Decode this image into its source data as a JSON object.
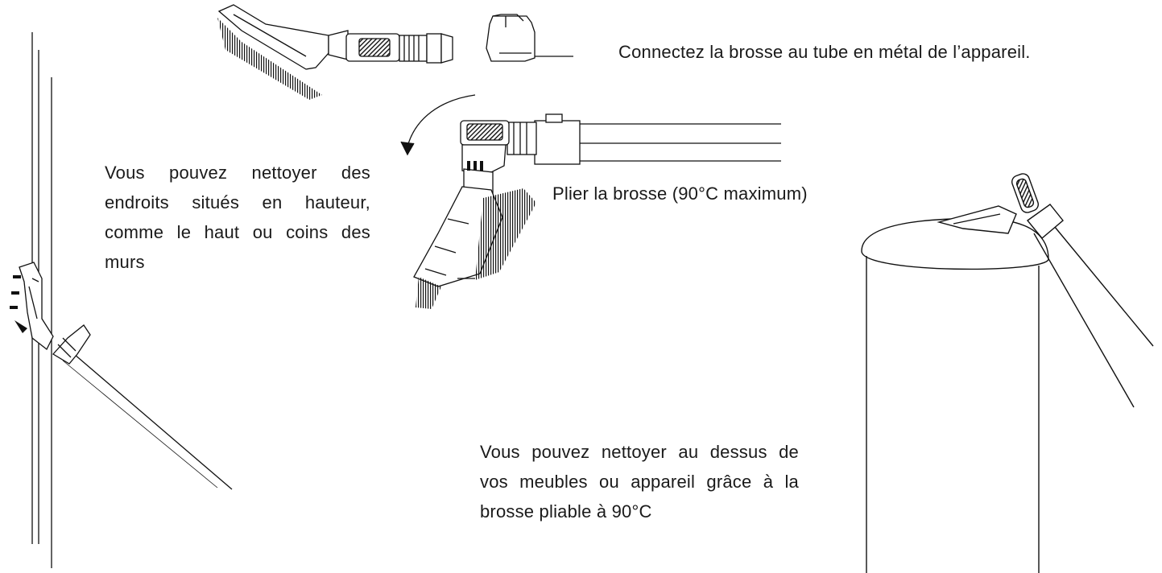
{
  "captions": {
    "connect": "Connectez la brosse au tube en métal de l’appareil.",
    "fold": "Plier la brosse (90°C maximum)",
    "walls": "Vous pouvez nettoyer des endroits situés en hauteur, comme le haut ou coins des murs",
    "furniture": "Vous pouvez nettoyer au dessus de vos meubles ou appareil grâce à la brosse pliable à 90°C"
  },
  "colors": {
    "ink": "#1a1a1a",
    "background": "#ffffff"
  },
  "illustrations": [
    "wall-brush-illustration",
    "connect-brush-illustration",
    "fold-brush-illustration",
    "furniture-brush-illustration"
  ]
}
